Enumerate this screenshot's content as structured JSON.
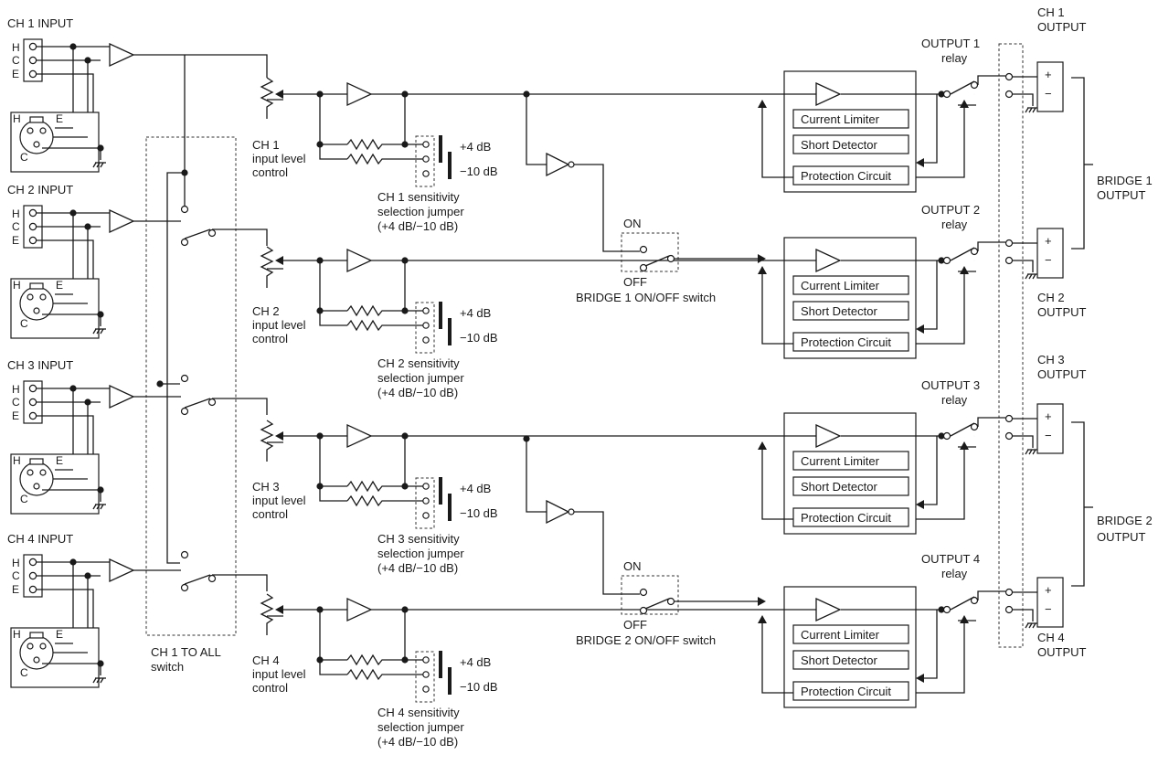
{
  "inputs": [
    {
      "label": "CH 1 INPUT"
    },
    {
      "label": "CH 2 INPUT"
    },
    {
      "label": "CH 3 INPUT"
    },
    {
      "label": "CH 4 INPUT"
    }
  ],
  "pins": {
    "h": "H",
    "c": "C",
    "e": "E"
  },
  "level_controls": [
    {
      "ch": "CH 1",
      "line1": "input level",
      "line2": "control"
    },
    {
      "ch": "CH 2",
      "line1": "input level",
      "line2": "control"
    },
    {
      "ch": "CH 3",
      "line1": "input level",
      "line2": "control"
    },
    {
      "ch": "CH 4",
      "line1": "input level",
      "line2": "control"
    }
  ],
  "jumpers": [
    {
      "line1": "CH 1 sensitivity",
      "line2": "selection jumper",
      "line3": "(+4 dB/−10 dB)"
    },
    {
      "line1": "CH 2 sensitivity",
      "line2": "selection jumper",
      "line3": "(+4 dB/−10 dB)"
    },
    {
      "line1": "CH 3 sensitivity",
      "line2": "selection jumper",
      "line3": "(+4 dB/−10 dB)"
    },
    {
      "line1": "CH 4 sensitivity",
      "line2": "selection jumper",
      "line3": "(+4 dB/−10 dB)"
    }
  ],
  "jumper_levels": {
    "high": "+4 dB",
    "low": "−10 dB"
  },
  "ch1_to_all": {
    "line1": "CH 1 TO ALL",
    "line2": "switch"
  },
  "bridge_switches": [
    {
      "on": "ON",
      "off": "OFF",
      "label": "BRIDGE 1 ON/OFF switch"
    },
    {
      "on": "ON",
      "off": "OFF",
      "label": "BRIDGE 2 ON/OFF switch"
    }
  ],
  "protection_blocks": {
    "current": "Current Limiter",
    "short": "Short Detector",
    "protection": "Protection Circuit"
  },
  "relays": [
    {
      "line1": "OUTPUT 1",
      "line2": "relay"
    },
    {
      "line1": "OUTPUT 2",
      "line2": "relay"
    },
    {
      "line1": "OUTPUT 3",
      "line2": "relay"
    },
    {
      "line1": "OUTPUT 4",
      "line2": "relay"
    }
  ],
  "outputs": [
    {
      "line1": "CH 1",
      "line2": "OUTPUT"
    },
    {
      "line1": "CH 2",
      "line2": "OUTPUT"
    },
    {
      "line1": "CH 3",
      "line2": "OUTPUT"
    },
    {
      "line1": "CH 4",
      "line2": "OUTPUT"
    }
  ],
  "terminal_polarity": {
    "plus": "+",
    "minus": "−"
  },
  "bridge_outputs": [
    {
      "line1": "BRIDGE 1",
      "line2": "OUTPUT"
    },
    {
      "line1": "BRIDGE 2",
      "line2": "OUTPUT"
    }
  ]
}
